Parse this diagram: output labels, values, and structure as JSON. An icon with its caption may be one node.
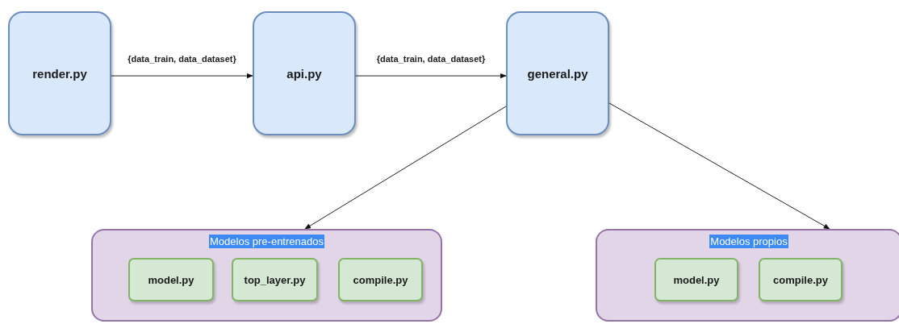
{
  "diagram": {
    "nodes": [
      {
        "text": [
          "render.py"
        ]
      },
      {
        "text": [
          "api.py"
        ]
      },
      {
        "text": [
          "general.py"
        ]
      },
      {
        "text": [
          "Modelos pre-entrenados"
        ]
      },
      {
        "text": [
          "model.py"
        ],
        "in": 3
      },
      {
        "text": [
          "top_layer.py"
        ],
        "in": 3
      },
      {
        "text": [
          "compile.py"
        ],
        "in": 3
      },
      {
        "text": [
          "Modelos propios"
        ]
      },
      {
        "text": [
          "model.py"
        ],
        "in": 7
      },
      {
        "text": [
          "compile.py"
        ],
        "in": 7
      }
    ],
    "edges": [
      {
        "from": 0,
        "to": 1,
        "arrow": "to",
        "label": "{data_train, data_dataset}"
      },
      {
        "from": 1,
        "to": 2,
        "arrow": "to",
        "label": "{data_train, data_dataset}"
      },
      {
        "from": 2,
        "to": 3,
        "arrow": "to"
      },
      {
        "from": 2,
        "to": 7,
        "arrow": "to"
      }
    ]
  }
}
